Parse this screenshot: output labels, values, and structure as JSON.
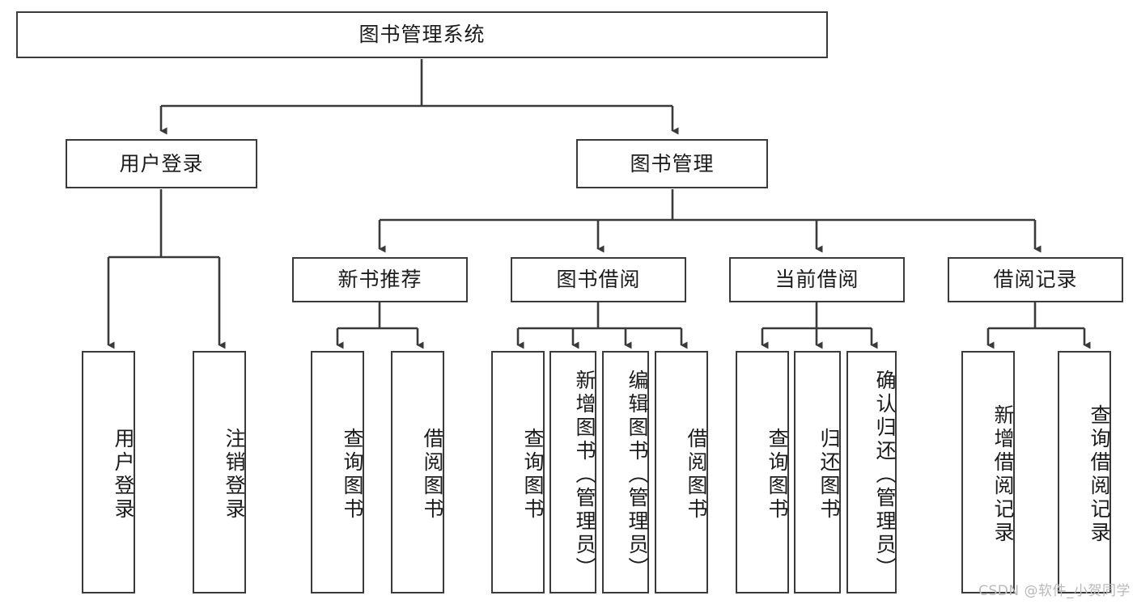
{
  "diagram": {
    "title": "图书管理系统",
    "type": "tree",
    "watermark": "CSDN @软件_小贺同学",
    "colors": {
      "background": "#ffffff",
      "node_border": "#3a3a3a",
      "node_fill": "#ffffff",
      "edge": "#3a3a3a",
      "text": "#1b1b1b",
      "watermark": "#b9b9b9"
    },
    "nodes": {
      "root": {
        "label": "图书管理系统"
      },
      "level2": [
        {
          "label": "用户登录"
        },
        {
          "label": "图书管理"
        }
      ],
      "level3": [
        {
          "label": "新书推荐"
        },
        {
          "label": "图书借阅"
        },
        {
          "label": "当前借阅"
        },
        {
          "label": "借阅记录"
        }
      ],
      "leaves": {
        "user_login": [
          {
            "label": "用户登录"
          },
          {
            "label": "注销登录"
          }
        ],
        "new_book_recommend": [
          {
            "label": "查询图书"
          },
          {
            "label": "借阅图书"
          }
        ],
        "book_borrow": [
          {
            "label": "查询图书"
          },
          {
            "label": "新增图书（管理员）"
          },
          {
            "label": "编辑图书（管理员）"
          },
          {
            "label": "借阅图书"
          }
        ],
        "current_borrow": [
          {
            "label": "查询图书"
          },
          {
            "label": "归还图书"
          },
          {
            "label": "确认归还（管理员）"
          }
        ],
        "borrow_record": [
          {
            "label": "新增借阅记录"
          },
          {
            "label": "查询借阅记录"
          }
        ]
      }
    }
  }
}
